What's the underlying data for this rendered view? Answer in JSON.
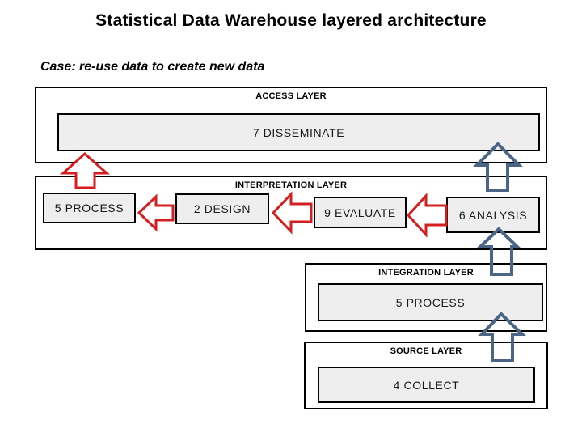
{
  "title": "Statistical Data Warehouse layered architecture",
  "subtitle": "Case: re-use data to create new data",
  "colors": {
    "arrow-red": "#d31f1f",
    "arrow-blue": "#4a6585",
    "box-fill": "#efeeee",
    "border": "#000000"
  },
  "layers": [
    {
      "label": "ACCESS LAYER",
      "boxes": [
        {
          "label": "7 DISSEMINATE"
        }
      ]
    },
    {
      "label": "INTERPRETATION LAYER",
      "boxes": [
        {
          "label": "5 PROCESS"
        },
        {
          "label": "2 DESIGN"
        },
        {
          "label": "9 EVALUATE"
        },
        {
          "label": "6 ANALYSIS"
        }
      ]
    },
    {
      "label": "INTEGRATION LAYER",
      "boxes": [
        {
          "label": "5 PROCESS"
        }
      ]
    },
    {
      "label": "SOURCE LAYER",
      "boxes": [
        {
          "label": "4 COLLECT"
        }
      ]
    }
  ],
  "arrows": [
    {
      "name": "process-to-disseminate",
      "color": "red",
      "direction": "up"
    },
    {
      "name": "design-to-process",
      "color": "red",
      "direction": "left"
    },
    {
      "name": "evaluate-to-design",
      "color": "red",
      "direction": "left"
    },
    {
      "name": "analysis-to-evaluate",
      "color": "red",
      "direction": "left"
    },
    {
      "name": "analysis-to-disseminate",
      "color": "blue",
      "direction": "up"
    },
    {
      "name": "process-to-analysis",
      "color": "blue",
      "direction": "up"
    },
    {
      "name": "collect-to-process",
      "color": "blue",
      "direction": "up"
    }
  ]
}
